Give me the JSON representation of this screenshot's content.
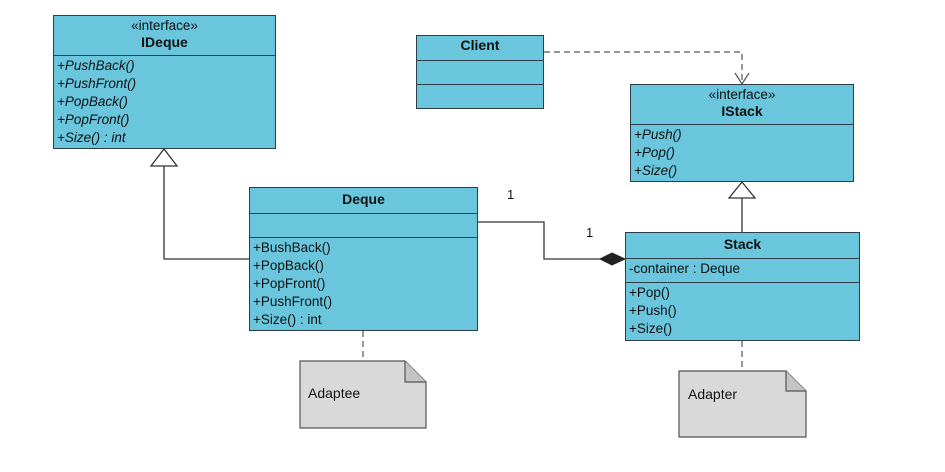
{
  "ideque": {
    "stereotype": "«interface»",
    "name": "IDeque",
    "operations": [
      "+PushBack()",
      "+PushFront()",
      "+PopBack()",
      "+PopFront()",
      "+Size() : int"
    ]
  },
  "client": {
    "name": "Client"
  },
  "istack": {
    "stereotype": "«interface»",
    "name": "IStack",
    "operations": [
      "+Push()",
      "+Pop()",
      "+Size()"
    ]
  },
  "deque": {
    "name": "Deque",
    "operations": [
      "+BushBack()",
      "+PopBack()",
      "+PopFront()",
      "+PushFront()",
      "+Size() : int"
    ]
  },
  "stack": {
    "name": "Stack",
    "attributes": [
      "-container : Deque"
    ],
    "operations": [
      "+Pop()",
      "+Push()",
      "+Size()"
    ]
  },
  "notes": {
    "adaptee": "Adaptee",
    "adapter": "Adapter"
  },
  "multiplicity": {
    "deque_end": "1",
    "stack_end": "1"
  },
  "colors": {
    "class_fill": "#6ac6dd",
    "note_fill": "#d9d9d9",
    "line": "#333333"
  }
}
